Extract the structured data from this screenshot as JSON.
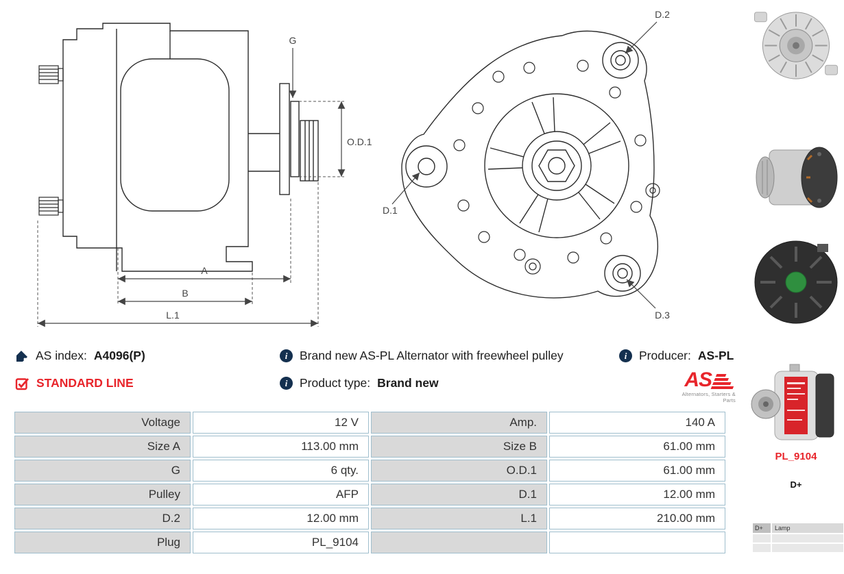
{
  "side_view": {
    "labels": {
      "g": "G",
      "od1": "O.D.1",
      "a": "A",
      "b": "B",
      "l1": "L.1"
    }
  },
  "front_view": {
    "labels": {
      "d1": "D.1",
      "d2": "D.2",
      "d3": "D.3"
    }
  },
  "info": {
    "as_index_label": "AS index:",
    "as_index_value": "A4096(P)",
    "standard_line": "STANDARD LINE",
    "description": "Brand new AS-PL Alternator with freewheel pulley",
    "product_type_label": "Product type:",
    "product_type_value": "Brand new",
    "producer_label": "Producer:",
    "producer_value": "AS-PL"
  },
  "logo": {
    "text": "AS",
    "tagline": "Alternators, Starters & Parts"
  },
  "sidebar": {
    "plug_code": "PL_9104",
    "terminal": "D+",
    "lamp_table": {
      "c1": "D+",
      "c2": "Lamp"
    }
  },
  "colors": {
    "accent_red": "#e8252b",
    "icon_navy": "#14304f",
    "table_label_bg": "#d9d9d9",
    "table_border": "#9fbecd"
  },
  "spec_table": {
    "rows": [
      {
        "label1": "Voltage",
        "value1": "12 V",
        "label2": "Amp.",
        "value2": "140 A"
      },
      {
        "label1": "Size A",
        "value1": "113.00 mm",
        "label2": "Size B",
        "value2": "61.00 mm"
      },
      {
        "label1": "G",
        "value1": "6 qty.",
        "label2": "O.D.1",
        "value2": "61.00 mm"
      },
      {
        "label1": "Pulley",
        "value1": "AFP",
        "label2": "D.1",
        "value2": "12.00 mm"
      },
      {
        "label1": "D.2",
        "value1": "12.00 mm",
        "label2": "L.1",
        "value2": "210.00 mm"
      },
      {
        "label1": "Plug",
        "value1": "PL_9104",
        "label2": "",
        "value2": ""
      }
    ]
  }
}
